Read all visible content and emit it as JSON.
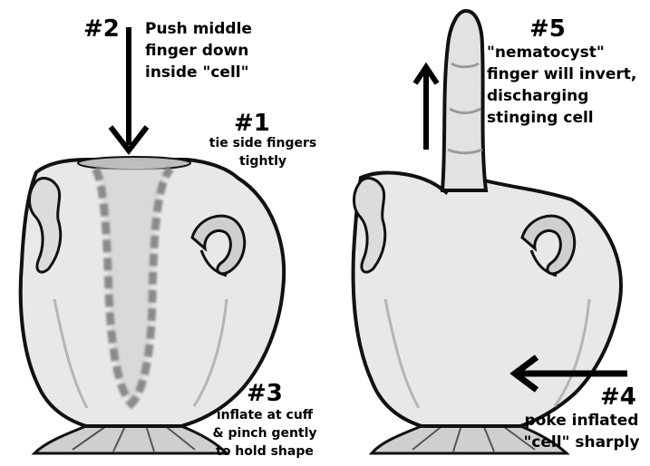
{
  "steps": [
    {
      "number": "#1",
      "lines": [
        "tie side fingers",
        "tightly"
      ]
    },
    {
      "number": "#2",
      "lines": [
        "Push middle",
        "finger down",
        "inside \"cell\""
      ]
    },
    {
      "number": "#3",
      "lines": [
        "inflate at cuff",
        "& pinch gently",
        "to hold shape"
      ]
    },
    {
      "number": "#4",
      "lines": [
        "poke inflated",
        "\"cell\" sharply"
      ]
    },
    {
      "number": "#5",
      "lines": [
        "\"nematocyst\"",
        "finger will invert,",
        "discharging",
        "stinging cell"
      ]
    }
  ],
  "colors": {
    "glove_fill": "#e6e6e6",
    "outline": "#111111",
    "shadow": "#9a9a9a",
    "arrow": "#000000"
  }
}
